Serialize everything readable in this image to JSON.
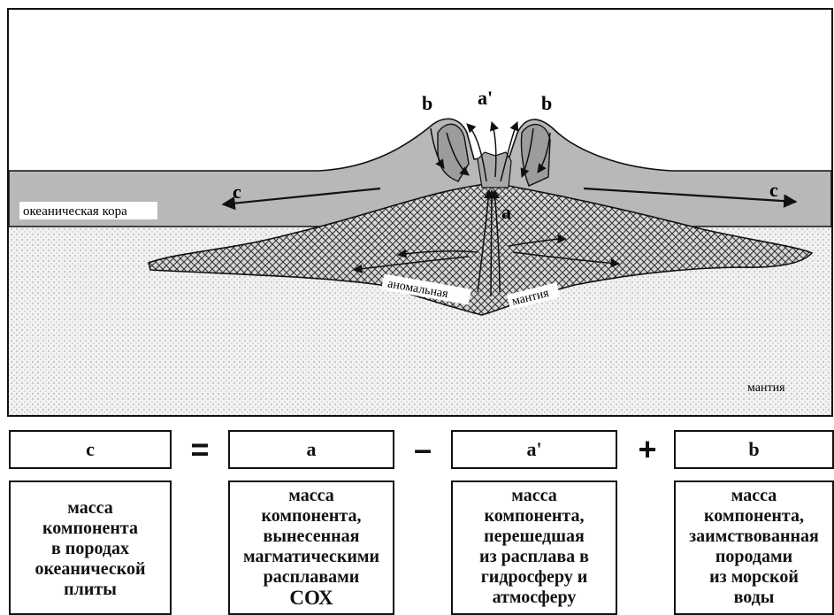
{
  "diagram": {
    "labels": {
      "b_left": "b",
      "a_prime": "a'",
      "b_right": "b",
      "c_left": "c",
      "c_right": "c",
      "a": "a",
      "oceanic_crust": "океаническая кора",
      "anomalous_1": "аномальная",
      "anomalous_2": "мантия",
      "mantle": "мантия"
    },
    "colors": {
      "ocean": "#ffffff",
      "crust": "#b8b8b8",
      "mantle_dots": "#e9e9e9",
      "hatch": "#3a3a3a",
      "line": "#111111"
    }
  },
  "equation": {
    "terms": [
      {
        "symbol": "c",
        "description": [
          "масса",
          "компонента",
          "в породах",
          "океанической",
          "плиты"
        ]
      },
      {
        "symbol": "a",
        "description": [
          "масса",
          "компонента,",
          "вынесенная",
          "магматическими",
          "расплавами",
          "СОХ"
        ]
      },
      {
        "symbol": "a'",
        "description": [
          "масса",
          "компонента,",
          "перешедшая",
          "из расплава в",
          "гидросферу и",
          "атмосферу"
        ]
      },
      {
        "symbol": "b",
        "description": [
          "масса",
          "компонента,",
          "заимствованная",
          "породами",
          "из морской",
          "воды"
        ]
      }
    ],
    "operators": [
      "=",
      "–",
      "+"
    ]
  }
}
